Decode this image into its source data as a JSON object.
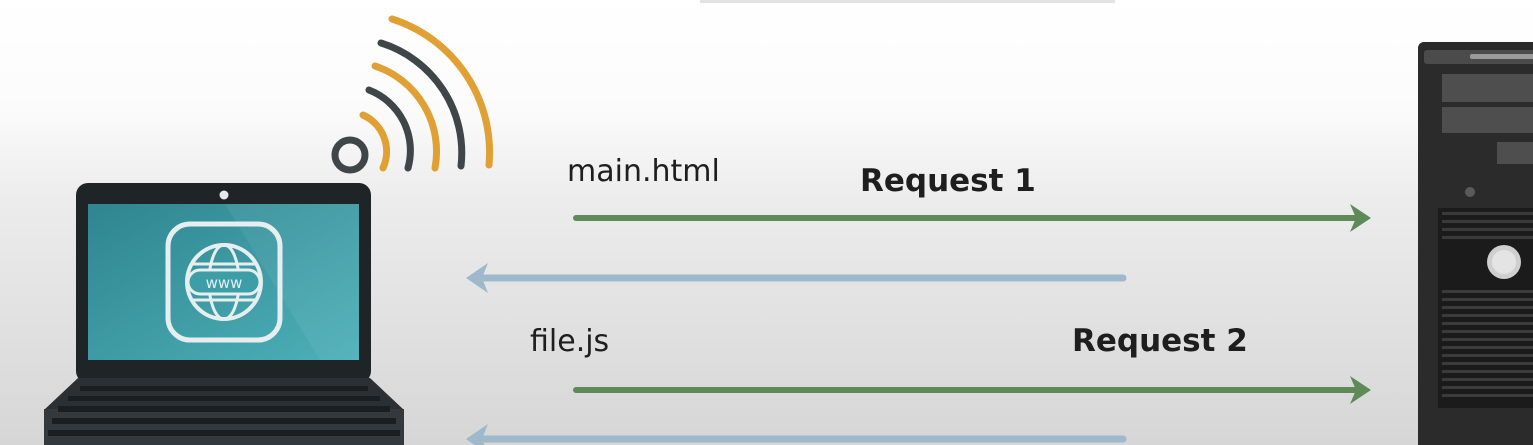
{
  "flows": [
    {
      "file": "main.html",
      "request": "Request 1"
    },
    {
      "file": "file.js",
      "request": "Request 2"
    }
  ],
  "colors": {
    "request_arrow": "#5e8a58",
    "response_arrow": "#9eb8cc",
    "wifi_orange": "#e0a033",
    "wifi_dark": "#3f4649",
    "laptop_body": "#1f2426",
    "laptop_screen": "#3d9ea8",
    "server_body": "#2b2b2b"
  },
  "icons": [
    "laptop-icon",
    "wifi-icon",
    "www-globe-icon",
    "server-tower-icon"
  ]
}
